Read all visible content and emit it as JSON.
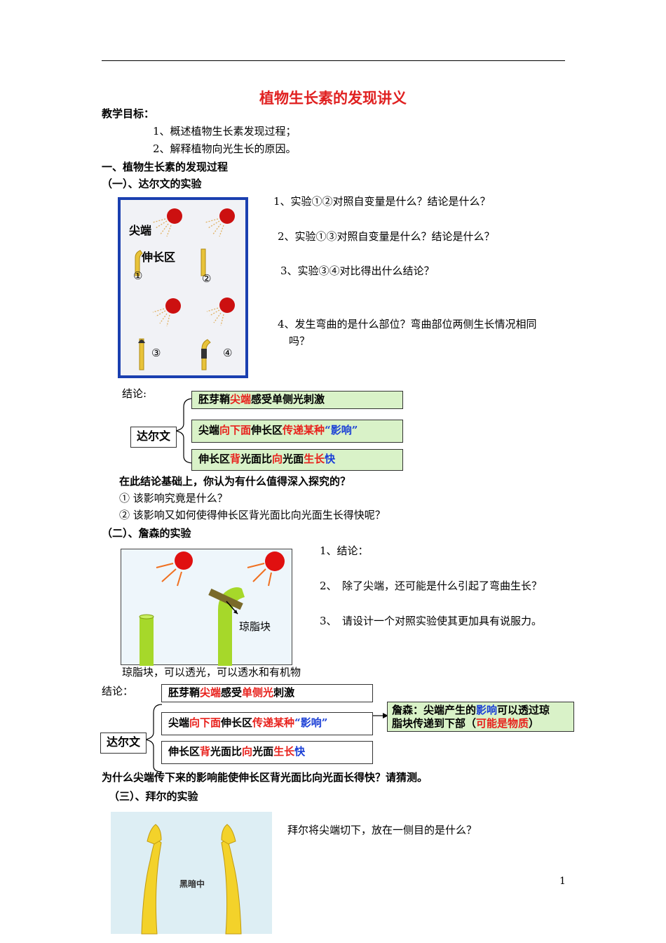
{
  "title": "植物生长素的发现讲义",
  "goals": {
    "heading": "教学目标：",
    "items": [
      "1、概述植物生长素发现过程；",
      "2、解释植物向光生长的原因。"
    ]
  },
  "section1": "一、植物生长素的发现过程",
  "darwin": {
    "heading": "（一）、达尔文的实验",
    "fig_labels": {
      "tip": "尖端",
      "zone": "伸长区",
      "n1": "①",
      "n2": "②",
      "n3": "③",
      "n4": "④"
    },
    "questions": [
      "1、实验①②对照自变量是什么？结论是什么？",
      "2、实验①③对照自变量是什么？结论是什么？",
      "3、实验③④对比得出什么结论？",
      "4、发生弯曲的是什么部位？弯曲部位两侧生长情况相同",
      "吗？"
    ],
    "conclusion_label": "结论:",
    "who": "达尔文",
    "box1": {
      "a": "胚芽鞘",
      "b": "尖端",
      "c": "感受单侧光刺激"
    },
    "box2": {
      "a": "尖端",
      "b": "向下面",
      "c": "伸长区",
      "d": "传递某种",
      "e": "“影响”"
    },
    "box3": {
      "a": "伸长区",
      "b": "背",
      "c": "光面比",
      "d": "向",
      "e": "光面",
      "f": "生长",
      "g": "快"
    },
    "further_q": "在此结论基础上，你认为有什么值得深入探究的？",
    "further_items": [
      "① 该影响究竟是什么？",
      "② 该影响又如何使得伸长区背光面比向光面生长得快呢？"
    ]
  },
  "jensen": {
    "heading": "（二）、詹森的实验",
    "fig_label": "琼脂块",
    "caption": "琼脂块，可以透光，可以透水和有机物",
    "questions": [
      "1、结论：",
      "2、　除了尖端，还可能是什么引起了弯曲生长？",
      "3、　请设计一个对照实验使其更加具有说服力。"
    ],
    "conclusion_label": "结论：",
    "who": "达尔文",
    "box1": {
      "a": "胚芽鞘",
      "b": "尖端",
      "c": "感受",
      "d": "单侧光",
      "e": "刺激"
    },
    "box2": {
      "a": "尖端",
      "b": "向下面",
      "c": "伸长区",
      "d": "传递某种",
      "e": "“影响”"
    },
    "box3": {
      "a": "伸长区",
      "b": "背",
      "c": "光面比",
      "d": "向",
      "e": "光面",
      "f": "生长",
      "g": "快"
    },
    "side": {
      "a": "詹森：尖端产生的",
      "b": "影响",
      "c": "可以透过琼",
      "d": "脂块传递到下部（",
      "e": "可能是物质",
      "f": "）"
    },
    "guess": "为什么尖端传下来的影响能使伸长区背光面比向光面长得快？请猜测。"
  },
  "bayer": {
    "heading": "（三）、拜尔的实验",
    "fig_label": "黑暗中",
    "question": "拜尔将尖端切下，放在一侧目的是什么？"
  },
  "page_number": "1",
  "colors": {
    "title": "#e02020",
    "red": "#e8211c",
    "blue": "#1a3fd6",
    "green_box": "#d9f2c8",
    "frame_blue": "#1a3fb0",
    "sun": "#cc1010",
    "stem": "#e8c33a",
    "jensen_stem": "#a6d82a",
    "jensen_bg": "#eef6fb",
    "bayer_bg": "#ddeef4",
    "bayer_stem": "#f3d22a"
  }
}
